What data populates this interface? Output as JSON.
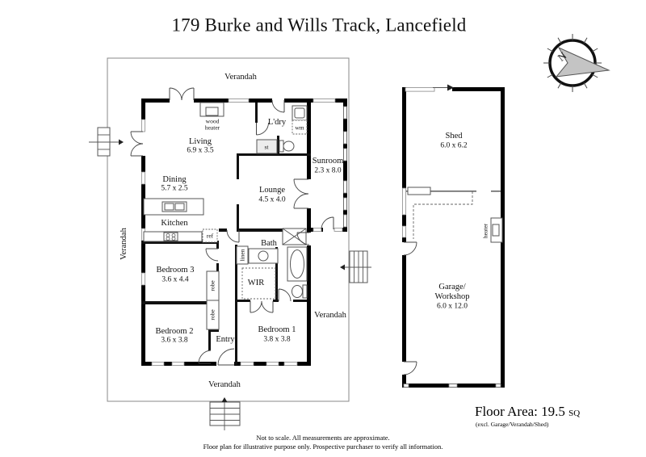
{
  "title": "179 Burke and Wills Track, Lancefield",
  "compass": {
    "north": "N"
  },
  "house": {
    "verandah_label": "Verandah",
    "rooms": {
      "living": {
        "name": "Living",
        "dims": "6.9 x 3.5"
      },
      "dining": {
        "name": "Dining",
        "dims": "5.7 x 2.5"
      },
      "kitchen": {
        "name": "Kitchen"
      },
      "lounge": {
        "name": "Lounge",
        "dims": "4.5 x 4.0"
      },
      "sunroom": {
        "name": "Sunroom",
        "dims": "2.3 x 8.0"
      },
      "laundry": {
        "name": "L'dry"
      },
      "bath": {
        "name": "Bath"
      },
      "wir": {
        "name": "WIR"
      },
      "entry": {
        "name": "Entry"
      },
      "bedroom1": {
        "name": "Bedroom 1",
        "dims": "3.8 x 3.8"
      },
      "bedroom2": {
        "name": "Bedroom 2",
        "dims": "3.6 x 3.8"
      },
      "bedroom3": {
        "name": "Bedroom 3",
        "dims": "3.6 x 4.4"
      }
    },
    "fixtures": {
      "wood_heater_line1": "wood",
      "wood_heater_line2": "heater",
      "washing_machine": "wm",
      "store": "st",
      "fridge": "ref",
      "robe": "robe",
      "linen": "linen"
    }
  },
  "outbuilding": {
    "shed": {
      "name": "Shed",
      "dims": "6.0 x 6.2"
    },
    "garage": {
      "name_line1": "Garage/",
      "name_line2": "Workshop",
      "dims": "6.0 x 12.0"
    },
    "heater": "heater"
  },
  "summary": {
    "floor_area_label": "Floor Area: 19.5",
    "floor_area_unit": "SQ",
    "floor_area_note": "(excl. Garage/Verandah/Shed)"
  },
  "disclaimer": {
    "line1": "Not to scale. All measurements are approximate.",
    "line2": "Floor plan for illustrative purpose only. Prospective purchaser to verify all information."
  },
  "colors": {
    "wall": "#000000",
    "thin_line": "#555555",
    "compass_arrow": "#c4c4c4"
  }
}
